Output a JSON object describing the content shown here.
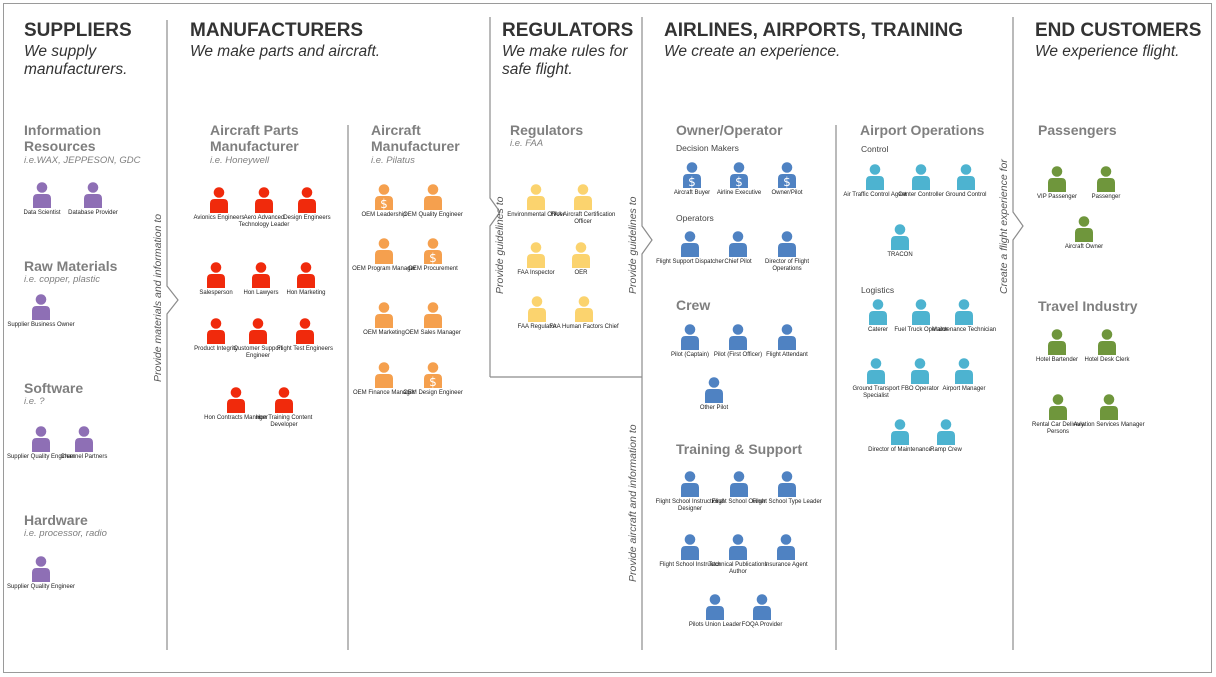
{
  "colors": {
    "supplier": "#8e6fb5",
    "manufacturer_parts": "#f02a0c",
    "manufacturer_aircraft": "#f5a04e",
    "regulator": "#fbd36e",
    "airline": "#4f82c2",
    "airport": "#4db3d0",
    "customer": "#6f963c",
    "dollar_text": "#ffffff"
  },
  "columns": [
    {
      "title": "SUPPLIERS",
      "tagline": "We supply manufacturers."
    },
    {
      "title": "MANUFACTURERS",
      "tagline": "We make parts and aircraft."
    },
    {
      "title": "REGULATORS",
      "tagline": "We make rules for safe flight."
    },
    {
      "title": "AIRLINES, AIRPORTS, TRAINING",
      "tagline": "We create an experience."
    },
    {
      "title": "END CUSTOMERS",
      "tagline": "We experience flight."
    }
  ],
  "flow_labels": [
    "Provide materials and information to",
    "Provide guidelines to",
    "Provide guidelines to",
    "Provide aircraft and information to",
    "Create a flight experience for"
  ],
  "groups": [
    {
      "title": "Information Resources",
      "subtitle": "i.e.WAX, JEPPESON, GDC",
      "color": "supplier",
      "sections": [
        {
          "heading": "",
          "people": [
            {
              "label": "Data Scientist"
            },
            {
              "label": "Database Provider"
            }
          ]
        }
      ]
    },
    {
      "title": "Raw Materials",
      "subtitle": "i.e. copper, plastic",
      "color": "supplier",
      "sections": [
        {
          "heading": "",
          "people": [
            {
              "label": "Supplier Business Owner"
            }
          ]
        }
      ]
    },
    {
      "title": "Software",
      "subtitle": "i.e. ?",
      "color": "supplier",
      "sections": [
        {
          "heading": "",
          "people": [
            {
              "label": "Supplier Quality Engineer"
            },
            {
              "label": "Channel Partners"
            }
          ]
        }
      ]
    },
    {
      "title": "Hardware",
      "subtitle": "i.e. processor, radio",
      "color": "supplier",
      "sections": [
        {
          "heading": "",
          "people": [
            {
              "label": "Supplier Quality Engineer"
            }
          ]
        }
      ]
    },
    {
      "title": "Aircraft Parts Manufacturer",
      "subtitle": "i.e. Honeywell",
      "color": "manufacturer_parts",
      "sections": [
        {
          "heading": "",
          "people": [
            {
              "label": "Avionics Engineers"
            },
            {
              "label": "Aero Advanced Technology Leader"
            },
            {
              "label": "Design Engineers"
            },
            {
              "label": "Salesperson"
            },
            {
              "label": "Hon Lawyers"
            },
            {
              "label": "Hon Marketing"
            },
            {
              "label": "Product Integrity"
            },
            {
              "label": "Customer Support Engineer"
            },
            {
              "label": "Flight Test Engineers"
            },
            {
              "label": "Hon Contracts Manager"
            },
            {
              "label": "Hon Training Content Developer"
            }
          ]
        }
      ]
    },
    {
      "title": "Aircraft Manufacturer",
      "subtitle": "i.e. Pilatus",
      "color": "manufacturer_aircraft",
      "sections": [
        {
          "heading": "",
          "people": [
            {
              "label": "OEM Leadership",
              "dollar": true
            },
            {
              "label": "OEM Quality Engineer"
            },
            {
              "label": "OEM Program Manager"
            },
            {
              "label": "OEM Procurement",
              "dollar": true
            },
            {
              "label": "OEM Marketing"
            },
            {
              "label": "OEM Sales Manager"
            },
            {
              "label": "OEM Finance Manager"
            },
            {
              "label": "OEM Design Engineer",
              "dollar": true
            }
          ]
        }
      ]
    },
    {
      "title": "Regulators",
      "subtitle": "i.e. FAA",
      "color": "regulator",
      "sections": [
        {
          "heading": "",
          "people": [
            {
              "label": "Environmental Officer"
            },
            {
              "label": "FAA Aircraft Certification Officer"
            },
            {
              "label": "FAA Inspector"
            },
            {
              "label": "OER"
            },
            {
              "label": "FAA Regulator"
            },
            {
              "label": "FAA Human Factors Chief"
            }
          ]
        }
      ]
    },
    {
      "title": "Owner/Operator",
      "subtitle": "",
      "color": "airline",
      "sections": [
        {
          "heading": "Decision Makers",
          "people": [
            {
              "label": "Aircraft Buyer",
              "dollar": true
            },
            {
              "label": "Airline Executive",
              "dollar": true
            },
            {
              "label": "Owner/Pilot",
              "dollar": true
            }
          ]
        },
        {
          "heading": "Operators",
          "people": [
            {
              "label": "Flight Support Dispatcher"
            },
            {
              "label": "Chief Pilot"
            },
            {
              "label": "Director of Flight Operations"
            }
          ]
        }
      ]
    },
    {
      "title": "Crew",
      "subtitle": "",
      "color": "airline",
      "sections": [
        {
          "heading": "",
          "people": [
            {
              "label": "Pilot (Captain)"
            },
            {
              "label": "Pilot (First Officer)"
            },
            {
              "label": "Flight Attendant"
            },
            {
              "label": "Other Pilot"
            }
          ]
        }
      ]
    },
    {
      "title": "Training & Support",
      "subtitle": "",
      "color": "airline",
      "sections": [
        {
          "heading": "",
          "people": [
            {
              "label": "Flight School Instructional Designer"
            },
            {
              "label": "Flight School Owner"
            },
            {
              "label": "Flight School Type Leader"
            },
            {
              "label": "Flight School Instructor"
            },
            {
              "label": "Technical Publications Author"
            },
            {
              "label": "Insurance Agent"
            },
            {
              "label": "Pilots Union Leader"
            },
            {
              "label": "FOQA Provider"
            }
          ]
        }
      ]
    },
    {
      "title": "Airport Operations",
      "subtitle": "",
      "color": "airport",
      "sections": [
        {
          "heading": "Control",
          "people": [
            {
              "label": "Air Traffic Control Agent"
            },
            {
              "label": "Center Controller"
            },
            {
              "label": "Ground Control"
            },
            {
              "label": "TRACON"
            }
          ]
        },
        {
          "heading": "Logistics",
          "people": [
            {
              "label": "Caterer"
            },
            {
              "label": "Fuel Truck Operator"
            },
            {
              "label": "Maintenance Technician"
            },
            {
              "label": "Ground Transport Specialist"
            },
            {
              "label": "FBO Operator"
            },
            {
              "label": "Airport Manager"
            },
            {
              "label": "Director of Maintenance"
            },
            {
              "label": "Ramp Crew"
            }
          ]
        }
      ]
    },
    {
      "title": "Passengers",
      "subtitle": "",
      "color": "customer",
      "sections": [
        {
          "heading": "",
          "people": [
            {
              "label": "VIP Passenger"
            },
            {
              "label": "Passenger"
            },
            {
              "label": "Aircraft Owner"
            }
          ]
        }
      ]
    },
    {
      "title": "Travel Industry",
      "subtitle": "",
      "color": "customer",
      "sections": [
        {
          "heading": "",
          "people": [
            {
              "label": "Hotel Bartender"
            },
            {
              "label": "Hotel Desk Clerk"
            },
            {
              "label": "Rental Car Delivery Persons"
            },
            {
              "label": "Aviation Services Manager"
            }
          ]
        }
      ]
    }
  ]
}
